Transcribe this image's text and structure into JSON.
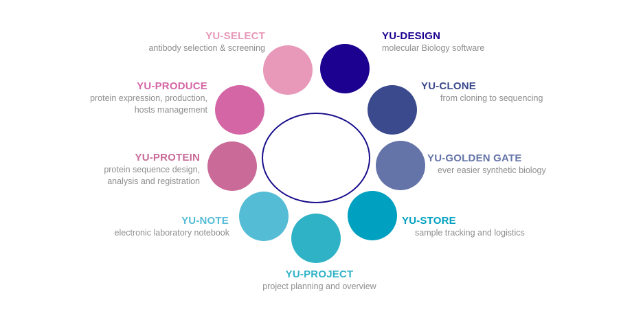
{
  "modules": [
    {
      "name": "YU-DESIGN",
      "desc": [
        "molecular Biology software"
      ],
      "color": "#1c008f"
    },
    {
      "name": "YU-CLONE",
      "desc": [
        "from cloning to sequencing"
      ],
      "color": "#3b4a8c"
    },
    {
      "name": "YU-GOLDEN GATE",
      "desc": [
        "ever easier synthetic biology"
      ],
      "color": "#6474a8"
    },
    {
      "name": "YU-STORE",
      "desc": [
        "sample tracking and logistics"
      ],
      "color": "#00a0c0"
    },
    {
      "name": "YU-PROJECT",
      "desc": [
        "project planning and overview"
      ],
      "color": "#2fb2c6"
    },
    {
      "name": "YU-NOTE",
      "desc": [
        "electronic laboratory notebook"
      ],
      "color": "#55bcd6"
    },
    {
      "name": "YU-PROTEIN",
      "desc": [
        "protein sequence design,",
        "analysis and registration"
      ],
      "color": "#c96a98"
    },
    {
      "name": "YU-PRODUCE",
      "desc": [
        "protein expression, production,",
        "hosts management"
      ],
      "color": "#d466a6"
    },
    {
      "name": "YU-SELECT",
      "desc": [
        "antibody selection & screening"
      ],
      "color": "#e898b8"
    }
  ]
}
